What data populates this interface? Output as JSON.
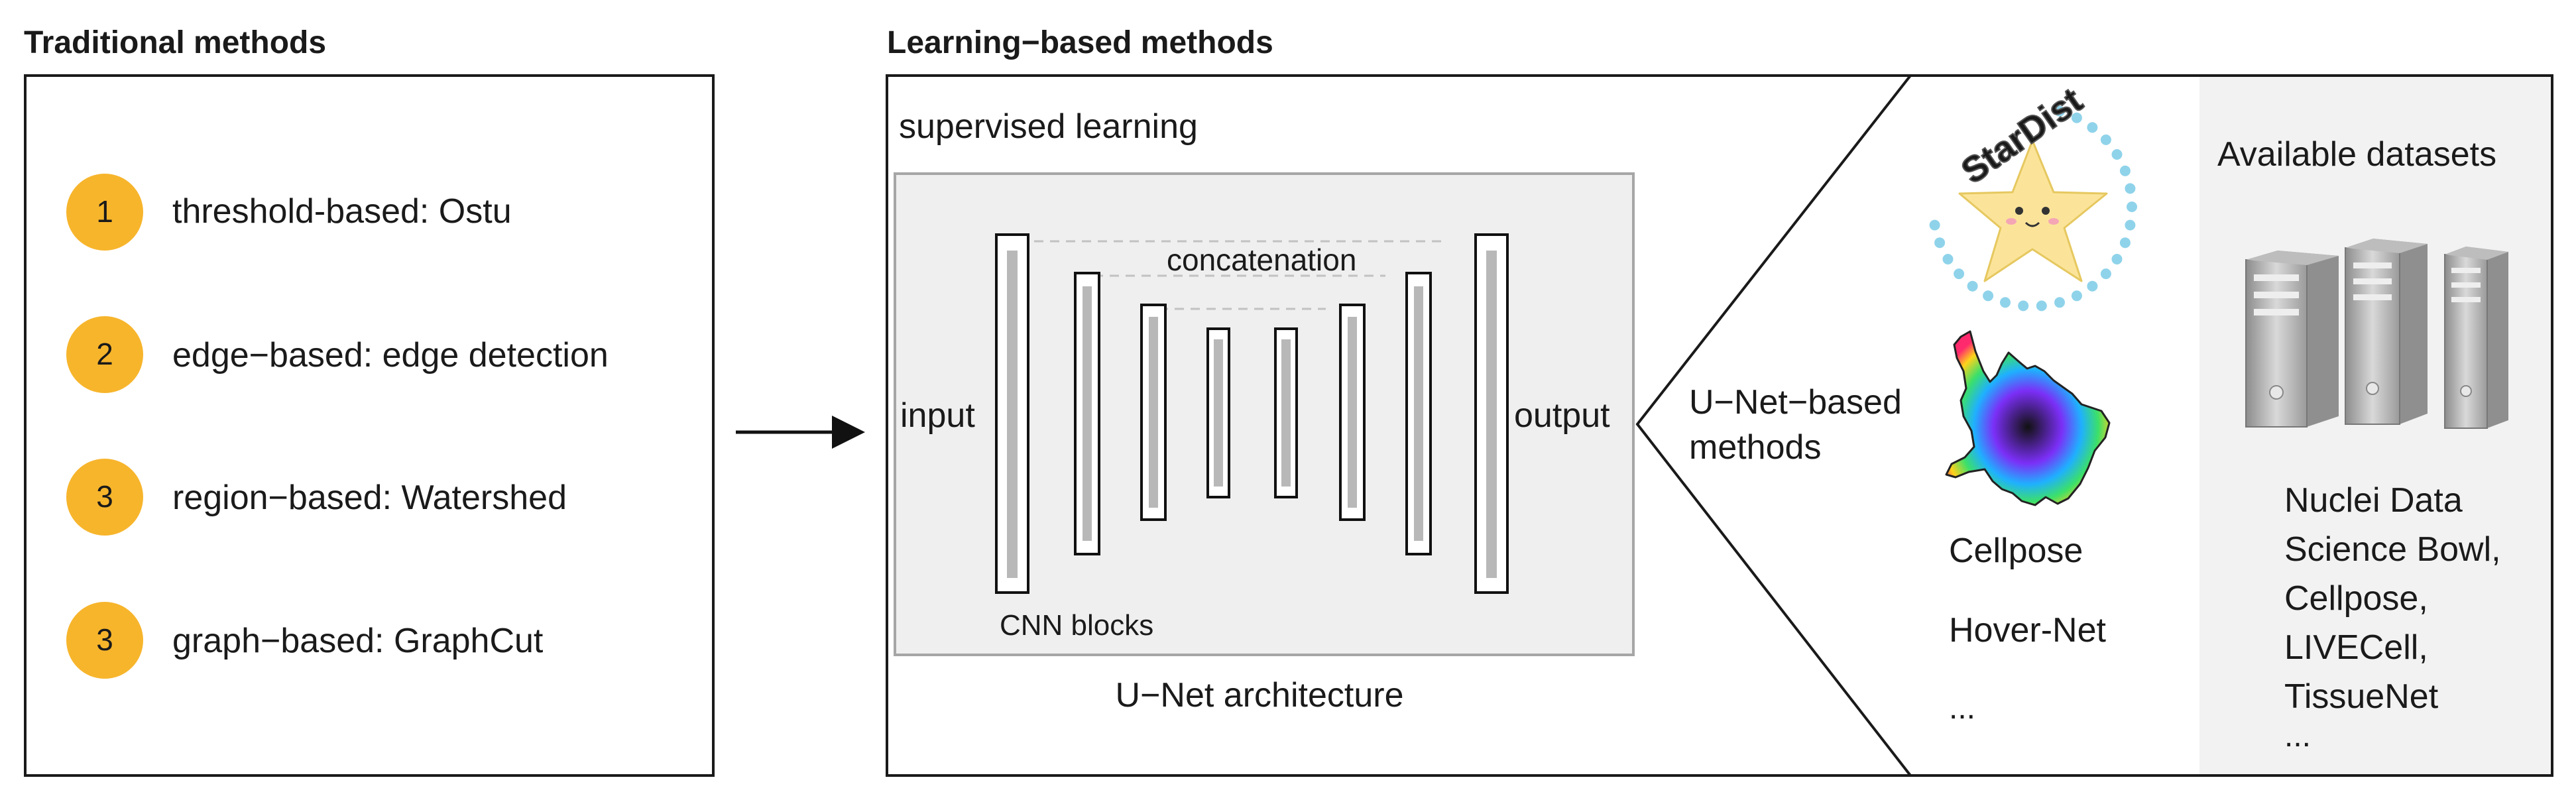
{
  "traditional": {
    "heading": "Traditional methods",
    "items": [
      {
        "num": "1",
        "label": "threshold-based: Ostu"
      },
      {
        "num": "2",
        "label": "edge−based: edge detection"
      },
      {
        "num": "3",
        "label": "region−based: Watershed"
      },
      {
        "num": "3",
        "label": "graph−based: GraphCut"
      }
    ],
    "badge_color": "#f7b52c"
  },
  "learning": {
    "heading": "Learning−based methods",
    "supervised_label": "supervised learning",
    "unet": {
      "input_label": "input",
      "output_label": "output",
      "concat_label": "concatenation",
      "cnn_label": "CNN blocks",
      "caption": "U−Net architecture"
    },
    "unet_methods": {
      "label_line1": "U−Net−based",
      "label_line2": "methods",
      "stardist_logo_text": "StarDist",
      "items": [
        "Cellpose",
        "Hover-Net",
        "..."
      ]
    },
    "datasets": {
      "heading": "Available datasets",
      "lines": [
        "Nuclei Data",
        "Science Bowl,",
        "Cellpose,",
        "LIVECell,",
        "TissueNet",
        "..."
      ]
    }
  },
  "colors": {
    "badge": "#f7b52c",
    "unet_panel_fill": "#efefef",
    "unet_panel_stroke": "#a6a6a6",
    "dataset_panel_fill": "#f1f2f1",
    "star_fill": "#fbe49a",
    "dot_ring": "#8fd3ea"
  }
}
